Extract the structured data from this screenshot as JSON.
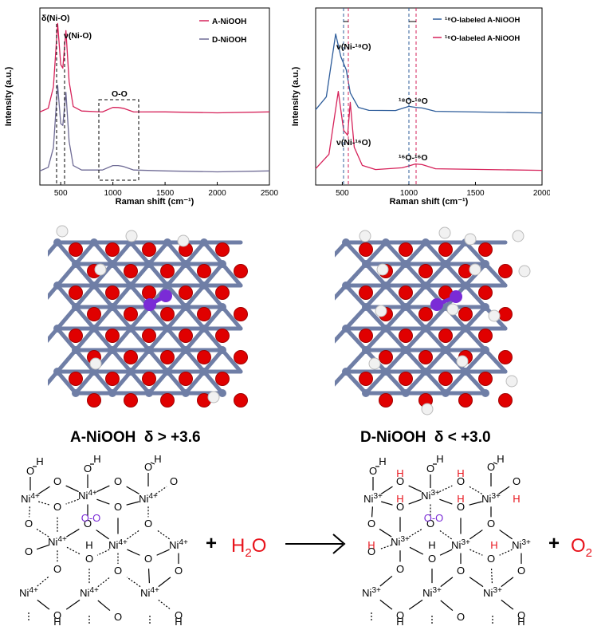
{
  "chart_data": [
    {
      "type": "line",
      "xlabel": "Raman shift (cm⁻¹)",
      "ylabel": "Intensity (a.u.)",
      "xlim": [
        300,
        2500
      ],
      "xticks": [
        "500",
        "1000",
        "1500",
        "2000",
        "2500"
      ],
      "series": [
        {
          "name": "A-NiOOH",
          "color": "#d6225a",
          "points": [
            [
              300,
              0.02
            ],
            [
              380,
              0.05
            ],
            [
              430,
              0.3
            ],
            [
              470,
              1.0
            ],
            [
              500,
              0.55
            ],
            [
              520,
              0.5
            ],
            [
              550,
              0.93
            ],
            [
              580,
              0.35
            ],
            [
              620,
              0.08
            ],
            [
              700,
              0.02
            ],
            [
              900,
              0.02
            ],
            [
              1000,
              0.06
            ],
            [
              1050,
              0.07
            ],
            [
              1100,
              0.05
            ],
            [
              1200,
              0.02
            ],
            [
              1500,
              0.01
            ],
            [
              2000,
              0.01
            ],
            [
              2500,
              0.01
            ]
          ]
        },
        {
          "name": "D-NiOOH",
          "color": "#6f6b95",
          "points": [
            [
              300,
              0.02
            ],
            [
              380,
              0.05
            ],
            [
              430,
              0.28
            ],
            [
              470,
              0.97
            ],
            [
              500,
              0.55
            ],
            [
              520,
              0.52
            ],
            [
              550,
              0.9
            ],
            [
              580,
              0.34
            ],
            [
              620,
              0.08
            ],
            [
              700,
              0.02
            ],
            [
              900,
              0.03
            ],
            [
              1000,
              0.07
            ],
            [
              1050,
              0.08
            ],
            [
              1100,
              0.06
            ],
            [
              1200,
              0.03
            ],
            [
              1500,
              0.01
            ],
            [
              2000,
              0.01
            ],
            [
              2500,
              0.01
            ]
          ]
        }
      ],
      "annotations": [
        "δ(Ni-O)",
        "ν(Ni-O)",
        "O-O"
      ]
    },
    {
      "type": "line",
      "xlabel": "Raman shift (cm⁻¹)",
      "ylabel": "Intensity (a.u.)",
      "xlim": [
        300,
        2000
      ],
      "xticks": [
        "500",
        "1000",
        "1500",
        "2000"
      ],
      "series": [
        {
          "name": "¹⁸O-labeled A-NiOOH",
          "color": "#2d5c9a",
          "points": [
            [
              300,
              0.05
            ],
            [
              380,
              0.2
            ],
            [
              450,
              1.0
            ],
            [
              490,
              0.7
            ],
            [
              530,
              0.55
            ],
            [
              560,
              0.25
            ],
            [
              620,
              0.08
            ],
            [
              700,
              0.03
            ],
            [
              900,
              0.04
            ],
            [
              1000,
              0.08
            ],
            [
              1050,
              0.08
            ],
            [
              1100,
              0.06
            ],
            [
              1200,
              0.03
            ],
            [
              1500,
              0.01
            ],
            [
              2000,
              0.01
            ]
          ]
        },
        {
          "name": "¹⁶O-labeled A-NiOOH",
          "color": "#d6225a",
          "points": [
            [
              300,
              0.03
            ],
            [
              400,
              0.2
            ],
            [
              470,
              1.0
            ],
            [
              510,
              0.5
            ],
            [
              540,
              0.45
            ],
            [
              560,
              0.85
            ],
            [
              590,
              0.3
            ],
            [
              650,
              0.06
            ],
            [
              750,
              0.02
            ],
            [
              950,
              0.03
            ],
            [
              1050,
              0.09
            ],
            [
              1100,
              0.07
            ],
            [
              1200,
              0.03
            ],
            [
              1500,
              0.01
            ],
            [
              2000,
              0.01
            ]
          ]
        }
      ],
      "annotations": [
        "ν(Ni-¹⁸O)",
        "¹⁸O-¹⁸O",
        "ν(Ni-¹⁶O)",
        "¹⁶O-¹⁶O"
      ]
    }
  ],
  "captions": {
    "a_left": "A-NiOOH",
    "a_delta": "δ > +3.6",
    "d_left": "D-NiOOH",
    "d_delta": "δ < +3.0"
  },
  "scheme": {
    "plus": "+",
    "h2o_main": "H",
    "h2o_sub": "2",
    "h2o_end": "O",
    "o2_main": "O",
    "o2_sub": "2",
    "ni4": "Ni",
    "ni4_charge": "4+",
    "ni3": "Ni",
    "ni3_charge": "3+",
    "o": "O",
    "h": "H",
    "oo": "O-O"
  },
  "colors": {
    "red": "#e8141c",
    "ni": "#6f7ea6",
    "o_atom": "#e00000",
    "purple": "#7a2bd6",
    "h_atom": "#f1f1f1"
  }
}
